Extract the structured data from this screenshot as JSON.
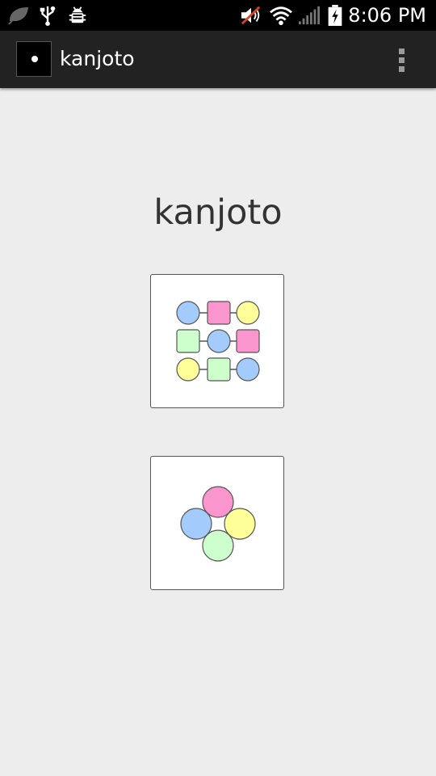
{
  "status_bar": {
    "time": "8:06 PM",
    "icons": [
      "leaf-icon",
      "usb-icon",
      "android-debug-icon",
      "mute-icon",
      "wifi-icon",
      "signal-icon",
      "battery-charging-icon"
    ]
  },
  "action_bar": {
    "title": "kanjoto",
    "overflow_icon": "overflow-menu-icon"
  },
  "main": {
    "title": "kanjoto",
    "tiles": [
      {
        "icon": "grid-graph-icon"
      },
      {
        "icon": "four-circles-icon"
      }
    ]
  },
  "colors": {
    "blue": "#a3cbfb",
    "pink": "#fb95cd",
    "yellow": "#ffff99",
    "green": "#ccffcc",
    "background": "#ededed",
    "action_bar": "#222222"
  }
}
